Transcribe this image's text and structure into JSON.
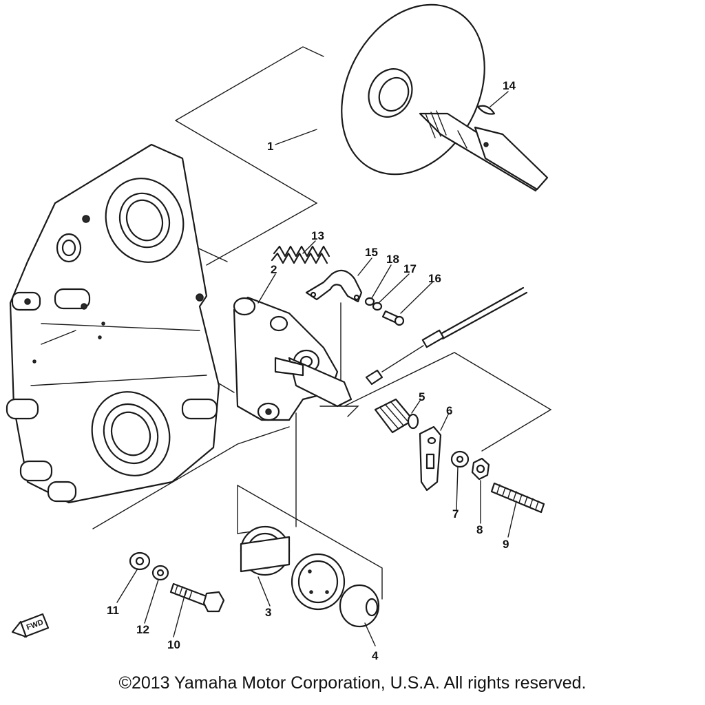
{
  "parts": [
    {
      "key": "p1",
      "label": "1"
    },
    {
      "key": "p2",
      "label": "2"
    },
    {
      "key": "p3",
      "label": "3"
    },
    {
      "key": "p4",
      "label": "4"
    },
    {
      "key": "p5",
      "label": "5"
    },
    {
      "key": "p6",
      "label": "6"
    },
    {
      "key": "p7",
      "label": "7"
    },
    {
      "key": "p8",
      "label": "8"
    },
    {
      "key": "p9",
      "label": "9"
    },
    {
      "key": "p10",
      "label": "10"
    },
    {
      "key": "p11",
      "label": "11"
    },
    {
      "key": "p12",
      "label": "12"
    },
    {
      "key": "p13",
      "label": "13"
    },
    {
      "key": "p14",
      "label": "14"
    },
    {
      "key": "p15",
      "label": "15"
    },
    {
      "key": "p16",
      "label": "16"
    },
    {
      "key": "p17",
      "label": "17"
    },
    {
      "key": "p18",
      "label": "18"
    }
  ],
  "fwd_badge": "FWD",
  "copyright": "©2013 Yamaha Motor Corporation, U.S.A. All rights reserved."
}
